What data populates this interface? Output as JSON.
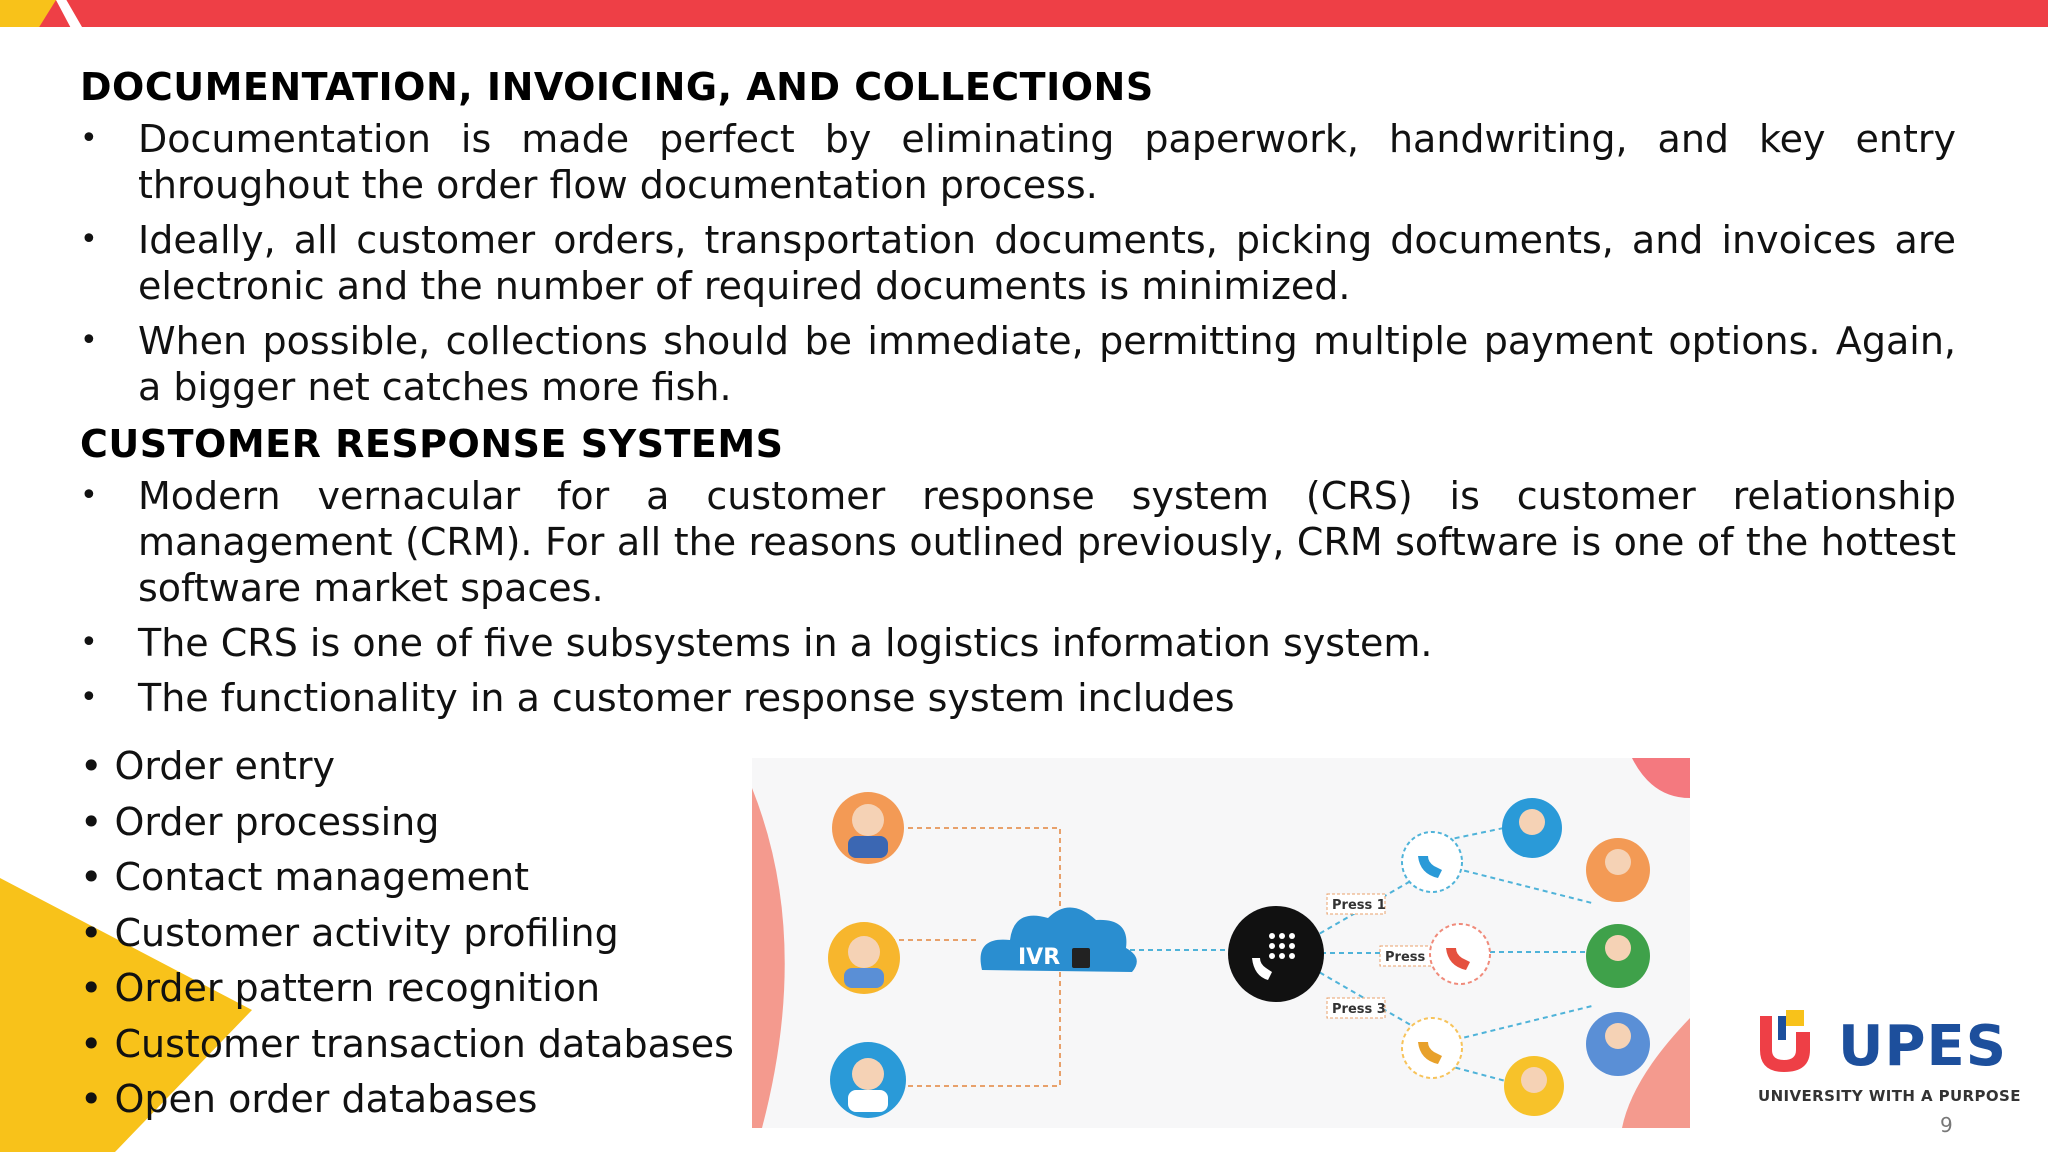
{
  "section1": {
    "heading": "DOCUMENTATION, INVOICING, AND COLLECTIONS",
    "bullets": [
      "Documentation is made perfect by eliminating paperwork, handwriting, and key entry throughout the order flow documentation process.",
      "Ideally, all customer orders, transportation documents, picking documents, and invoices are electronic and the number of required documents is minimized.",
      "When possible, collections should be immediate, permitting multiple payment options. Again, a bigger net catches more fish."
    ]
  },
  "section2": {
    "heading": "CUSTOMER RESPONSE SYSTEMS",
    "bullets": [
      "Modern vernacular for a customer response system (CRS) is customer relationship management (CRM). For all the reasons outlined previously, CRM software is one of the hottest software market spaces.",
      "The CRS is one of five subsystems in a logistics information system.",
      "The functionality in a customer response system includes"
    ]
  },
  "bullet_glyph": "•",
  "functions": [
    "• Order entry",
    "• Order processing",
    "• Contact management",
    "• Customer activity profiling",
    "• Order pattern recognition",
    "• Customer transaction databases",
    "• Open order databases"
  ],
  "illustration": {
    "cloud_label": "IVR",
    "press_labels": [
      "Press 1",
      "Press 2",
      "Press 3"
    ]
  },
  "logo": {
    "name": "UPES",
    "tagline": "UNIVERSITY WITH A PURPOSE"
  },
  "page_number": "9",
  "colors": {
    "accent_red": "#ee3f46",
    "accent_yellow": "#f8c21a",
    "brand_blue": "#1d4f9c"
  }
}
